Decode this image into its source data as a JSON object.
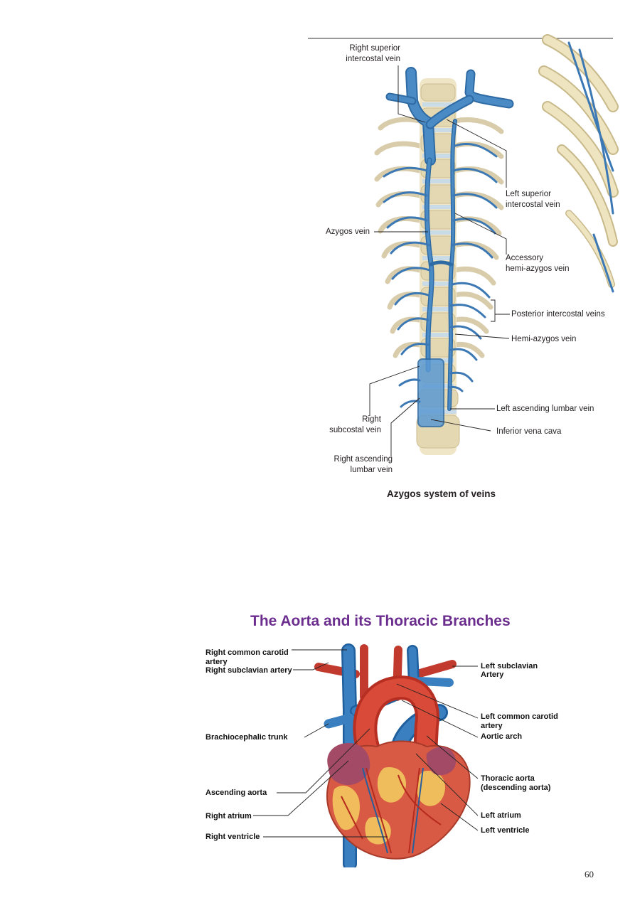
{
  "figure1": {
    "caption": "Azygos system of veins",
    "labels": {
      "right_superior_intercostal_1": "Right superior",
      "right_superior_intercostal_2": "intercostal vein",
      "left_superior_intercostal_1": "Left superior",
      "left_superior_intercostal_2": "intercostal vein",
      "azygos": "Azygos vein",
      "accessory_1": "Accessory",
      "accessory_2": "hemi-azygos vein",
      "posterior_intercostal": "Posterior intercostal veins",
      "hemi_azygos": "Hemi-azygos vein",
      "left_ascending_lumbar": "Left ascending lumbar vein",
      "right_subcostal_1": "Right",
      "right_subcostal_2": "subcostal vein",
      "inferior_vena_cava": "Inferior vena cava",
      "right_ascending_lumbar_1": "Right ascending",
      "right_ascending_lumbar_2": "lumbar vein"
    }
  },
  "figure2": {
    "title": "The Aorta and its Thoracic Branches",
    "labels": {
      "right_common_carotid_1": "Right common carotid",
      "right_common_carotid_2": "artery",
      "right_subclavian": "Right subclavian artery",
      "brachiocephalic": "Brachiocephalic trunk",
      "ascending_aorta": "Ascending aorta",
      "right_atrium": "Right atrium",
      "right_ventricle": "Right ventricle",
      "left_subclavian_1": "Left subclavian",
      "left_subclavian_2": "Artery",
      "left_common_carotid_1": "Left common carotid",
      "left_common_carotid_2": "artery",
      "aortic_arch": "Aortic arch",
      "thoracic_aorta_1": "Thoracic aorta",
      "thoracic_aorta_2": "(descending aorta)",
      "left_atrium": "Left atrium",
      "left_ventricle": "Left ventricle"
    }
  },
  "page_number": "60"
}
